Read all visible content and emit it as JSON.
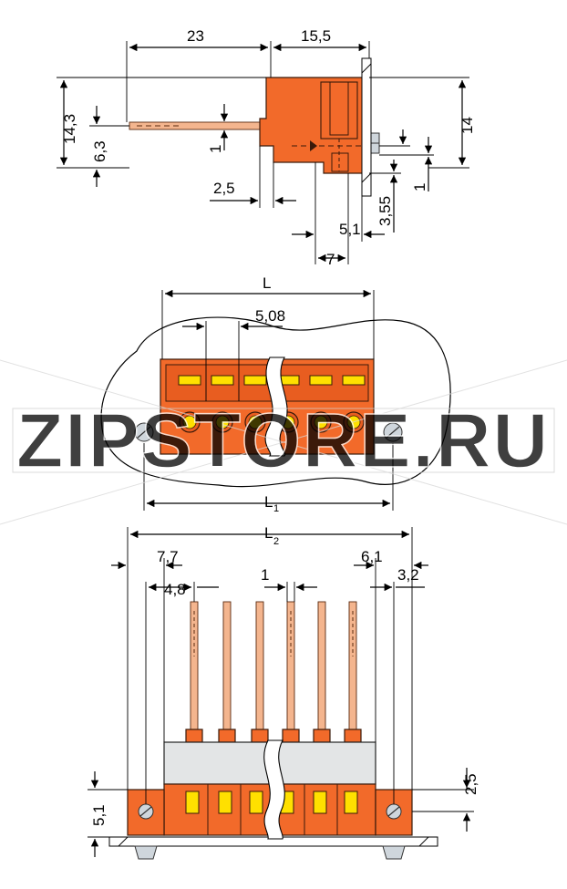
{
  "watermark": {
    "text": "ZIPSTORE.RU",
    "color": "#f4b48c"
  },
  "colors": {
    "housing": "#f26a2a",
    "pin": "#f4b58e",
    "clamp": "#ffe000",
    "cover": "#e3e5e6"
  },
  "side_view": {
    "d_23": "23",
    "d_15_5": "15,5",
    "d_14_3": "14,3",
    "d_6_3": "6,3",
    "d_1_a": "1",
    "d_14": "14",
    "d_1_b": "1",
    "d_2_5": "2,5",
    "d_3_55": "3,55",
    "d_5_1": "5,1",
    "d_7": "7"
  },
  "top_view": {
    "d_L": "L",
    "d_5_08": "5,08",
    "d_L1": "L",
    "d_L1_sub": "1"
  },
  "front_view": {
    "d_L2": "L",
    "d_L2_sub": "2",
    "d_7_7": "7,7",
    "d_4_8": "4,8",
    "d_1": "1",
    "d_6_1": "6,1",
    "d_3_2": "3,2",
    "d_2_5": "2,5",
    "d_5_1": "5,1"
  }
}
